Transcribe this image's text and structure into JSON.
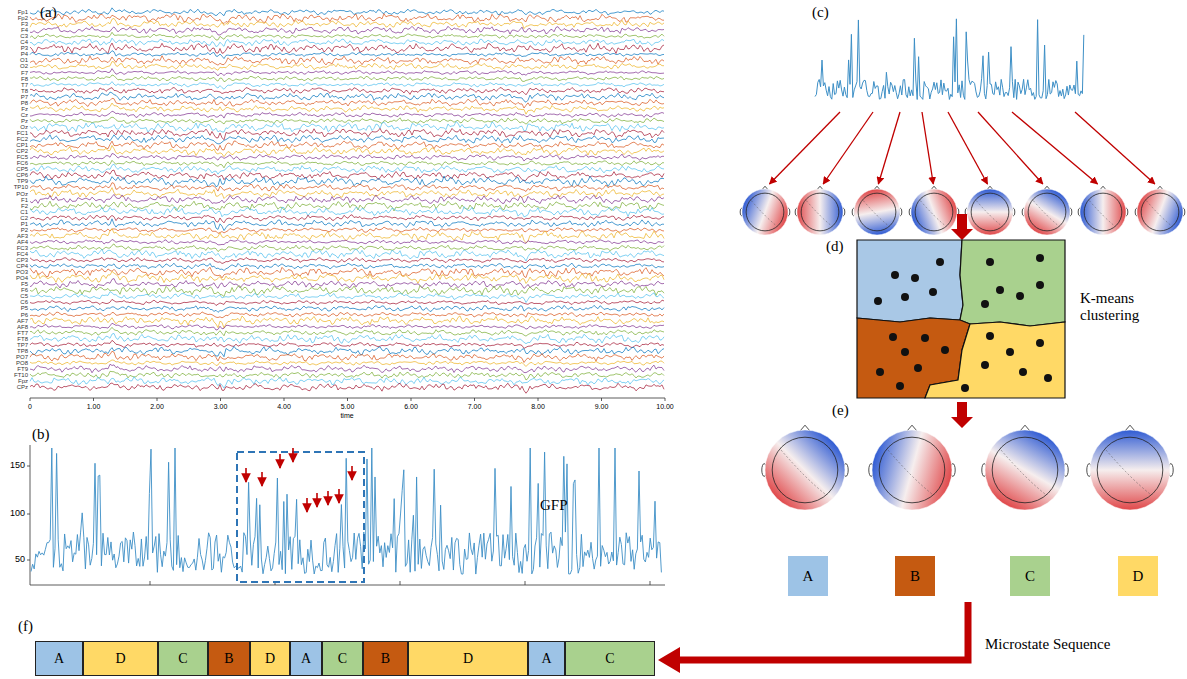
{
  "diagram": {
    "nodes": [
      {
        "text": [
          "A"
        ]
      },
      {
        "text": [
          "B"
        ]
      },
      {
        "text": [
          "C"
        ]
      },
      {
        "text": [
          "D"
        ]
      },
      {
        "text": [
          "A"
        ]
      },
      {
        "text": [
          "D"
        ]
      },
      {
        "text": [
          "C"
        ]
      },
      {
        "text": [
          "B"
        ]
      },
      {
        "text": [
          "D"
        ]
      },
      {
        "text": [
          "A"
        ]
      },
      {
        "text": [
          "C"
        ]
      },
      {
        "text": [
          "B"
        ]
      },
      {
        "text": [
          "D"
        ]
      },
      {
        "text": [
          "A"
        ]
      },
      {
        "text": [
          "C"
        ]
      }
    ],
    "labels": [
      "(a)",
      "Fp1",
      "Fp2",
      "F3",
      "F4",
      "C3",
      "C4",
      "P3",
      "P4",
      "O1",
      "O2",
      "F7",
      "F8",
      "T7",
      "T8",
      "P7",
      "P8",
      "Fz",
      "Cz",
      "Pz",
      "Oz",
      "FC1",
      "FC2",
      "CP1",
      "CP2",
      "FC5",
      "FC6",
      "CP5",
      "CP6",
      "TP9",
      "TP10",
      "POz",
      "F1",
      "F2",
      "C1",
      "C2",
      "P1",
      "P2",
      "AF3",
      "AF4",
      "FC3",
      "FC4",
      "CP3",
      "CP4",
      "PO3",
      "PO4",
      "F5",
      "F6",
      "C5",
      "C6",
      "P5",
      "P6",
      "AF7",
      "AF8",
      "FT7",
      "FT8",
      "TP7",
      "TP8",
      "PO7",
      "PO8",
      "FT9",
      "FT10",
      "Fpz",
      "CPz",
      "0",
      "1.00",
      "2.00",
      "3.00",
      "4.00",
      "5.00",
      "6.00",
      "7.00",
      "8.00",
      "9.00",
      "10.00",
      "time",
      "(b)",
      "150",
      "100",
      "50",
      "GFP",
      "(c)",
      "(d)",
      "K-means clustering",
      "(e)",
      "(f)",
      "Microstate Sequence"
    ]
  }
}
